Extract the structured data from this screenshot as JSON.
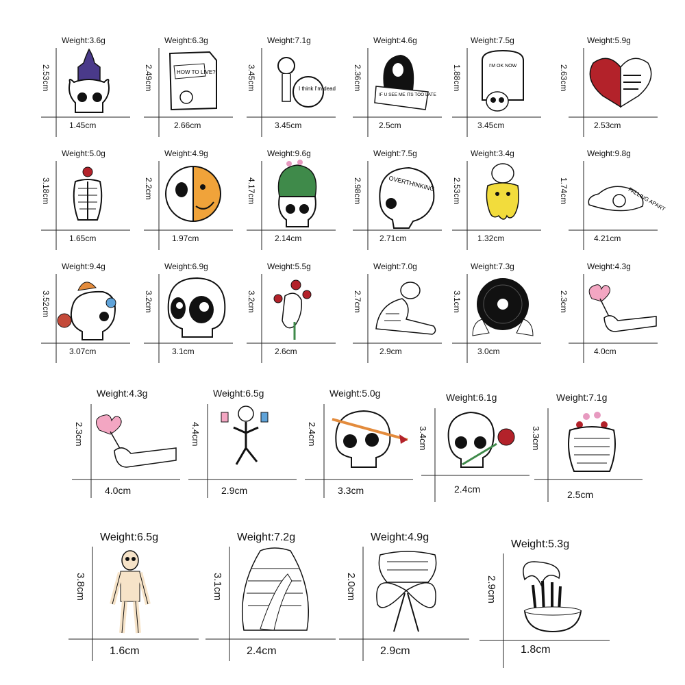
{
  "pins": [
    {
      "weight": "Weight:3.6g",
      "height": "2.53cm",
      "width": "1.45cm",
      "art": "candle-skull-pin"
    },
    {
      "weight": "Weight:6.3g",
      "height": "2.49cm",
      "width": "2.66cm",
      "art": "how-to-live-book-pin",
      "text": "HOW TO LIVE?"
    },
    {
      "weight": "Weight:7.1g",
      "height": "3.45cm",
      "width": "3.45cm",
      "art": "skeleton-apple-pin",
      "text": "I think I'm dead"
    },
    {
      "weight": "Weight:4.6g",
      "height": "2.36cm",
      "width": "2.5cm",
      "art": "reaper-banner-pin",
      "text": "IF U SEE ME ITS TOO LATE"
    },
    {
      "weight": "Weight:7.5g",
      "height": "1.88cm",
      "width": "3.45cm",
      "art": "tombstone-skull-pin",
      "text": "I'M OK NOW"
    },
    {
      "weight": "Weight:5.9g",
      "height": "2.63cm",
      "width": "2.53cm",
      "art": "heart-ribcage-pin"
    },
    {
      "weight": "Weight:5.0g",
      "height": "3.18cm",
      "width": "1.65cm",
      "art": "rose-ribcage-pin"
    },
    {
      "weight": "Weight:4.9g",
      "height": "2.2cm",
      "width": "1.97cm",
      "art": "skull-smiley-face-pin"
    },
    {
      "weight": "Weight:9.6g",
      "height": "4.17cm",
      "width": "2.14cm",
      "art": "cactus-skull-pin"
    },
    {
      "weight": "Weight:7.5g",
      "height": "2.98cm",
      "width": "2.71cm",
      "art": "overthinking-skull-pin",
      "text": "OVERTHINKING"
    },
    {
      "weight": "Weight:3.4g",
      "height": "2.53cm",
      "width": "1.32cm",
      "art": "melting-smiley-skull-pin"
    },
    {
      "weight": "Weight:9.8g",
      "height": "1.74cm",
      "width": "4.21cm",
      "art": "falling-apart-pin",
      "text": "FALLING APART"
    },
    {
      "weight": "Weight:9.4g",
      "height": "3.52cm",
      "width": "3.07cm",
      "art": "mushroom-skull-pin"
    },
    {
      "weight": "Weight:6.9g",
      "height": "3.2cm",
      "width": "3.1cm",
      "art": "big-eye-skull-pin"
    },
    {
      "weight": "Weight:5.5g",
      "height": "3.2cm",
      "width": "2.6cm",
      "art": "rose-skeleton-hand-pin"
    },
    {
      "weight": "Weight:7.0g",
      "height": "2.7cm",
      "width": "2.9cm",
      "art": "sitting-skeleton-pin"
    },
    {
      "weight": "Weight:7.3g",
      "height": "3.1cm",
      "width": "3.0cm",
      "art": "vinyl-record-hands-pin"
    },
    {
      "weight": "Weight:4.3g",
      "height": "2.3cm",
      "width": "4.0cm",
      "art": "heart-lollipop-hand-pin"
    },
    {
      "weight": "Weight:4.3g",
      "height": "2.3cm",
      "width": "4.0cm",
      "art": "heart-lollipop-hand-pin"
    },
    {
      "weight": "Weight:6.5g",
      "height": "4.4cm",
      "width": "2.9cm",
      "art": "dancing-skeleton-pin"
    },
    {
      "weight": "Weight:5.0g",
      "height": "2.4cm",
      "width": "3.3cm",
      "art": "arrow-skull-pin"
    },
    {
      "weight": "Weight:6.1g",
      "height": "3.4cm",
      "width": "2.4cm",
      "art": "skull-rose-pin"
    },
    {
      "weight": "Weight:7.1g",
      "height": "3.3cm",
      "width": "2.5cm",
      "art": "flower-ribcage-pin"
    },
    {
      "weight": "Weight:6.5g",
      "height": "3.8cm",
      "width": "1.6cm",
      "art": "standing-skeleton-pin"
    },
    {
      "weight": "Weight:7.2g",
      "height": "3.1cm",
      "width": "2.4cm",
      "art": "ribcage-hands-pin"
    },
    {
      "weight": "Weight:4.9g",
      "height": "2.0cm",
      "width": "2.9cm",
      "art": "ribcage-bow-pin"
    },
    {
      "weight": "Weight:5.3g",
      "height": "2.9cm",
      "width": "1.8cm",
      "art": "skeleton-hand-coffee-cup-pin"
    }
  ]
}
